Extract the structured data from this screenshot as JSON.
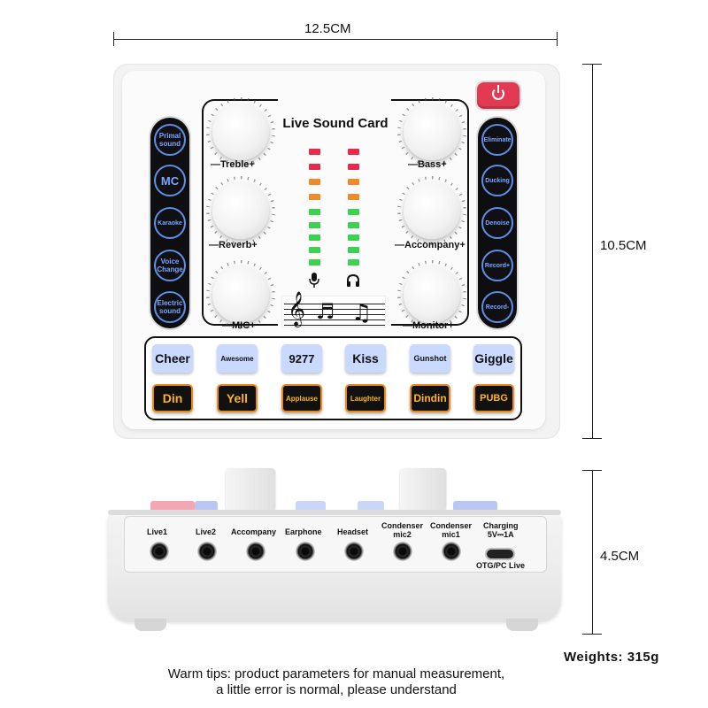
{
  "dimensions": {
    "width_label": "12.5CM",
    "height_label": "10.5CM",
    "depth_label": "4.5CM"
  },
  "top_view": {
    "title": "Live Sound Card",
    "left_buttons": [
      {
        "label": "Primal sound"
      },
      {
        "label": "MC"
      },
      {
        "label": "Karaoke"
      },
      {
        "label": "Voice Change"
      },
      {
        "label": "Electric sound"
      }
    ],
    "right_buttons": [
      {
        "label": "Eliminate"
      },
      {
        "label": "Ducking"
      },
      {
        "label": "Denoise"
      },
      {
        "label": "Record+"
      },
      {
        "label": "Record-"
      }
    ],
    "knobs": [
      {
        "label": "—Treble+"
      },
      {
        "label": "—Reverb+"
      },
      {
        "label": "—MIC+"
      },
      {
        "label": "—Bass+"
      },
      {
        "label": "—Accompany+"
      },
      {
        "label": "—Monitor+"
      }
    ],
    "pads_top": [
      {
        "label": "Cheer"
      },
      {
        "label": "Awesome"
      },
      {
        "label": "9277"
      },
      {
        "label": "Kiss"
      },
      {
        "label": "Gunshot"
      },
      {
        "label": "Giggle"
      }
    ],
    "pads_bottom": [
      {
        "label": "Din"
      },
      {
        "label": "Yell"
      },
      {
        "label": "Applause"
      },
      {
        "label": "Laughter"
      },
      {
        "label": "Dindin"
      },
      {
        "label": "PUBG"
      }
    ],
    "icons": {
      "power": "power-icon",
      "mic": "microphone-icon",
      "headphone": "headphone-icon",
      "staff": "music-staff-icon"
    },
    "colors": {
      "power": "#e23a52",
      "strip": "#0e0e10",
      "strip_button": "#5d8fe6",
      "pad_blue": "#c9d9ff",
      "pad_orange_text": "#ffb41a",
      "led_red": "#e8294b",
      "led_orange": "#f08a2a",
      "led_green": "#39d34f"
    }
  },
  "front_view": {
    "ports": [
      {
        "label": "Live1"
      },
      {
        "label": "Live2"
      },
      {
        "label": "Accompany"
      },
      {
        "label": "Earphone"
      },
      {
        "label": "Headset"
      },
      {
        "label": "Condenser\nmic2"
      },
      {
        "label": "Condenser\nmic1"
      }
    ],
    "charging_label": "Charging\n5V⎓1A",
    "otg_label": "OTG/PC Live"
  },
  "tips": {
    "line1": "Warm tips: product parameters for manual measurement,",
    "line2": "a little error is normal, please understand"
  },
  "weights": "Weights: 315g"
}
